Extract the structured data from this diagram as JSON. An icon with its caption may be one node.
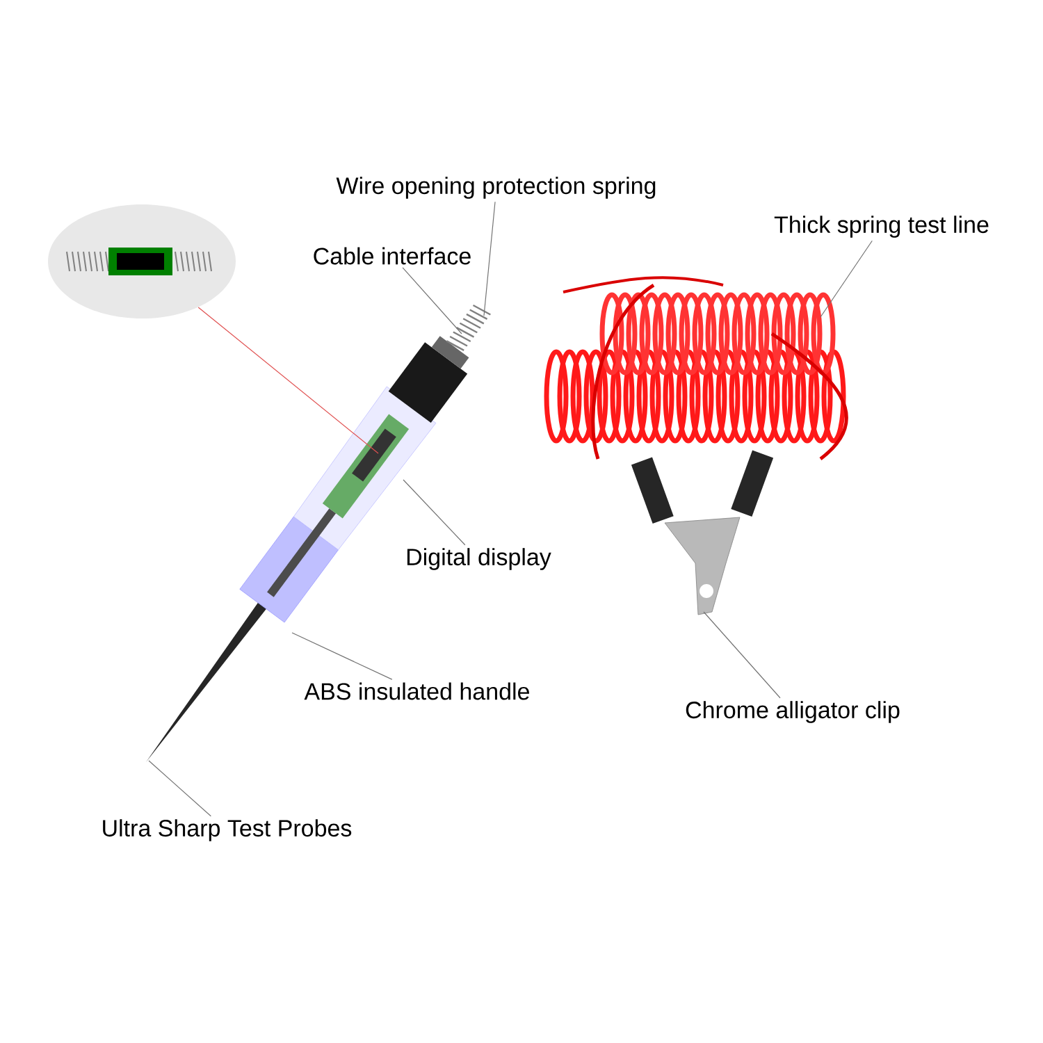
{
  "diagram": {
    "nodes": [
      {
        "text": [
          "Wire opening protection spring"
        ]
      },
      {
        "text": [
          "Cable interface"
        ]
      },
      {
        "text": [
          "Thick spring test line"
        ]
      },
      {
        "text": [
          "Digital display"
        ]
      },
      {
        "text": [
          "ABS insulated handle"
        ]
      },
      {
        "text": [
          "Chrome alligator clip"
        ]
      },
      {
        "text": [
          "Ultra Sharp Test Probes"
        ]
      },
      {
        "text": [],
        "shape": "picture"
      },
      {
        "text": [],
        "shape": "picture"
      },
      {
        "text": [],
        "shape": "picture"
      },
      {
        "text": [],
        "shape": "picture"
      }
    ],
    "edges": [
      {
        "from": 0,
        "to": 8,
        "arrow": "none"
      },
      {
        "from": 1,
        "to": 8,
        "arrow": "none"
      },
      {
        "from": 2,
        "to": 9,
        "arrow": "none"
      },
      {
        "from": 3,
        "to": 8,
        "arrow": "none"
      },
      {
        "from": 4,
        "to": 8,
        "arrow": "none"
      },
      {
        "from": 5,
        "to": 10,
        "arrow": "none"
      },
      {
        "from": 6,
        "to": 8,
        "arrow": "none"
      },
      {
        "from": 7,
        "to": 8,
        "arrow": "none",
        "color": "#e05050"
      }
    ]
  }
}
